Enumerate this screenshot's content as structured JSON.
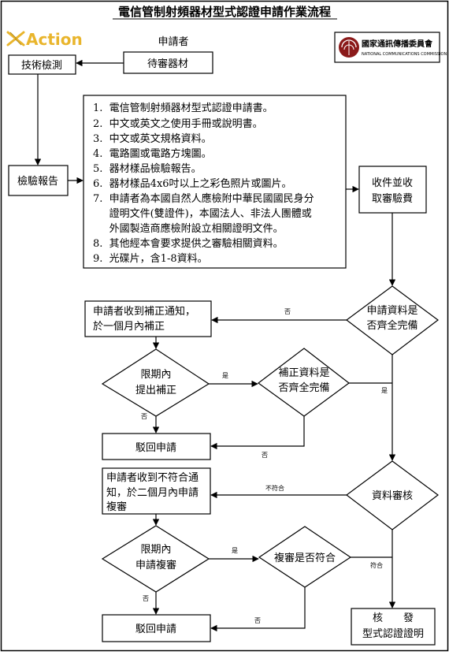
{
  "title": "電信管制射頻器材型式認證申請作業流程",
  "logos": {
    "action_text": "Action",
    "ncc_cn": "國家通訊傳播委員會",
    "ncc_en": "NATIONAL COMMUNICATIONS COMMISSION"
  },
  "headers": {
    "applicant": "申請者"
  },
  "nodes": {
    "tech_test": "技術檢測",
    "pending_device": "待審器材",
    "test_report": "檢驗報告",
    "receive_1": "收件並收",
    "receive_2": "取審驗費",
    "docs_complete_1": "申請資料是",
    "docs_complete_2": "否齊全完備",
    "notify_1": "申請者收到補正通知，",
    "notify_2": "於一個月內補正",
    "within_1": "限期內",
    "within_2": "提出補正",
    "supp_complete_1": "補正資料是",
    "supp_complete_2": "否齊全完備",
    "reject_1": "駁回申請",
    "review": "資料審核",
    "nonconform_1": "申請者收到不符合通",
    "nonconform_2": "知，於二個月內申請",
    "nonconform_3": "複審",
    "within_re_1": "限期內",
    "within_re_2": "申請複審",
    "recheck": "複審是否符合",
    "reject_2": "駁回申請",
    "issue_1": "核　　發",
    "issue_2": "型式認證證明"
  },
  "doc_list": [
    "1.  電信管制射頻器材型式認證申請書。",
    "2.  中文或英文之使用手冊或說明書。",
    "3.  中文或英文規格資料。",
    "4.  電路圖或電路方塊圖。",
    "5.  器材樣品檢驗報告。",
    "6.  器材樣品4x6吋以上之彩色照片或圖片。",
    "7.  申請者為本國自然人應檢附中華民國國民身分",
    "     證明文件(雙證件)，本國法人、非法人團體或",
    "     外國製造商應檢附設立相關證明文件。",
    "8.  其他經本會要求提供之審驗相關資料。",
    "9.  光碟片，含1-8資料。"
  ],
  "edge_labels": {
    "no_1": "否",
    "yes_1": "是",
    "yes_2": "是",
    "no_2": "否",
    "no_3": "否",
    "nonconform": "不符合",
    "yes_3": "是",
    "conform": "符合",
    "no_4": "否",
    "no_5": "否"
  }
}
